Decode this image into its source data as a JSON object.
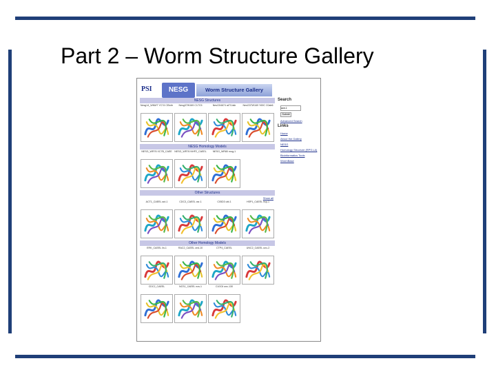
{
  "slide": {
    "title": "Part 2 – Worm Structure Gallery",
    "accent_color": "#1f3f78"
  },
  "screenshot": {
    "banner": {
      "psi_logo": "PSI",
      "nesg_logo": "NESG",
      "title": "Worm Structure Gallery"
    },
    "sections": [
      {
        "header": "NESG Structures",
        "sublink": "",
        "rows": [
          {
            "labels": [
              "Nesg14_WNMT YC74 CEtcfe",
              "Nesg37W169 C17C5",
              "NesG04674 at7Cdsb",
              "NesG37W169 Y69C C0ab6"
            ],
            "thumbs": [
              "protein-structure-icon",
              "protein-structure-icon",
              "protein-structure-icon",
              "protein-structure-icon"
            ]
          }
        ]
      },
      {
        "header": "NESG Homology Models",
        "sublink": "",
        "rows": [
          {
            "labels": [
              "NESG_WR76 XC7B_CAEE",
              "NESG_WR76 NHP2_CAEEL",
              "NESG_WR80 mog-1",
              ""
            ],
            "thumbs": [
              "protein-structure-icon",
              "protein-structure-icon",
              "protein-structure-icon",
              ""
            ]
          }
        ]
      },
      {
        "header": "Other Structures",
        "sublink": "Show all",
        "rows": [
          {
            "labels": [
              "ACT1_CAEEL act-1",
              "CDC3_CAEEL csr-1",
              "C05D3 ubl-1",
              "HSP1_CAEEL hsp-1"
            ],
            "thumbs": [
              "protein-structure-icon",
              "protein-structure-icon",
              "protein-structure-icon",
              "protein-structure-icon"
            ]
          }
        ]
      },
      {
        "header": "Other Homology Models",
        "sublink": "",
        "rows": [
          {
            "labels": [
              "ERK_CAEEL lin-1",
              "RAC2_CAEEL ced-10",
              "CTP4_CAEEL",
              "UNC2_CAEEL unc-2"
            ],
            "thumbs": [
              "protein-structure-icon",
              "protein-structure-icon",
              "protein-structure-icon",
              "protein-structure-icon"
            ]
          },
          {
            "labels": [
              "CDC2_CAEEL",
              "NCS1_CAEEL ncs-1",
              "C10C6 unc-130",
              ""
            ],
            "thumbs": [
              "protein-structure-icon",
              "protein-structure-icon",
              "protein-structure-icon",
              ""
            ]
          }
        ]
      }
    ],
    "sidebar": {
      "search_heading": "Search",
      "select_value": "ace-1",
      "submit_label": "Submit",
      "advanced_link": "Advanced Search",
      "links_heading": "Links",
      "links": [
        "Home",
        "About the Gallery",
        "NESG",
        "Homology Structure (RPS LA)",
        "Bioinformatics Tools",
        "WormBase"
      ]
    }
  }
}
